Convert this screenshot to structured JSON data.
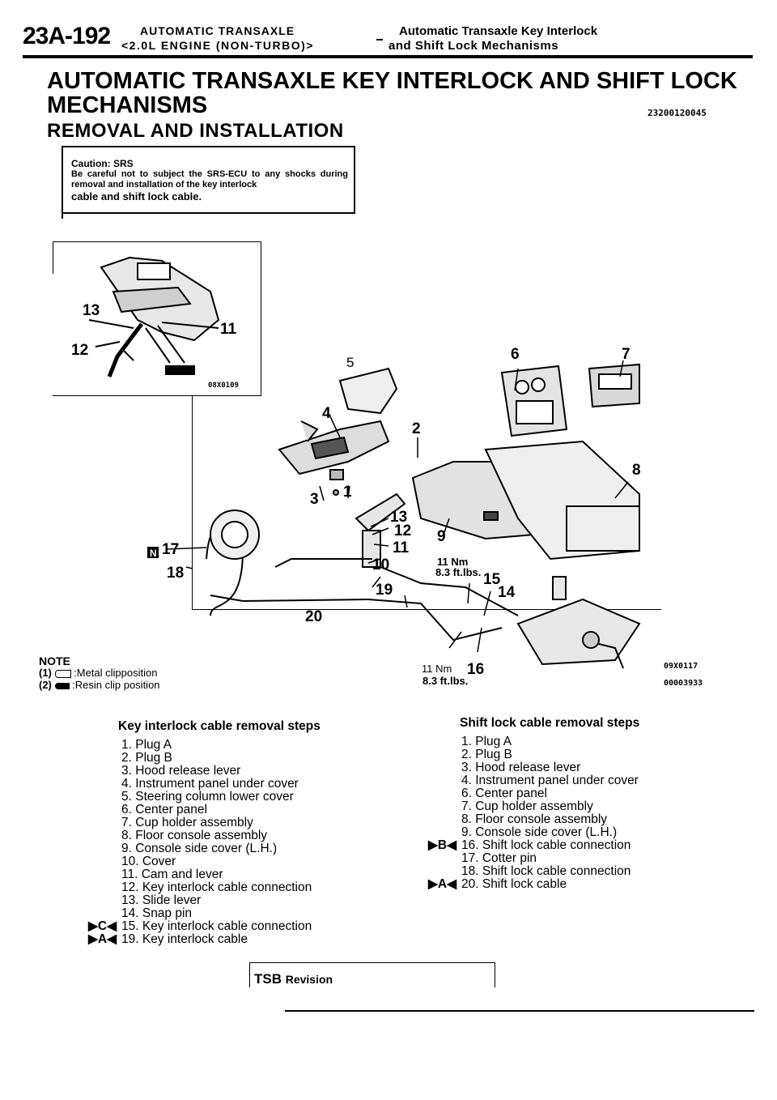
{
  "header": {
    "page_number": "23A-192",
    "left_line1": "AUTOMATIC TRANSAXLE",
    "left_line2": "<2.0L ENGINE (NON-TURBO)>",
    "right_line1": "Automatic Transaxle Key Interlock",
    "right_line2": "and Shift Lock Mechanisms"
  },
  "title_line1": "AUTOMATIC TRANSAXLE KEY INTERLOCK AND SHIFT LOCK",
  "title_line2": "MECHANISMS",
  "doc_code": "23200120045",
  "section": "REMOVAL AND INSTALLATION",
  "caution": {
    "heading": "Caution: SRS",
    "body": "Be careful not to subject the SRS-ECU to any shocks during removal and installation of the key interlock",
    "tail": "cable and shift lock cable."
  },
  "diagram": {
    "inset_code": "08X0109",
    "main_code": "09X0117",
    "figure_code": "00003933",
    "callouts": {
      "c1": "1",
      "c2": "2",
      "c3": "3",
      "c4": "4",
      "c5": "5",
      "c6": "6",
      "c7": "7",
      "c8": "8",
      "c9": "9",
      "c10": "10",
      "c11": "11",
      "c12": "12",
      "c13": "13",
      "c14": "14",
      "c15": "15",
      "c16": "16",
      "c17": "17",
      "c18": "18",
      "c19": "19",
      "c20": "20",
      "i11": "11",
      "i12": "12",
      "i13": "13"
    },
    "torque1_nm": "11 Nm",
    "torque1_ft": "8.3 ft.lbs.",
    "torque2_nm": "11 Nm",
    "torque2_ft": "8.3 ft.lbs."
  },
  "note": {
    "heading": "NOTE",
    "line1_num": "(1)",
    "line1_text": ":Metal clipposition",
    "line2_num": "(2)",
    "line2_text": ":Resin clip position"
  },
  "key_steps": {
    "heading": "Key interlock cable removal steps",
    "items": [
      {
        "mark": "",
        "text": "1. Plug A"
      },
      {
        "mark": "",
        "text": "2. Plug B"
      },
      {
        "mark": "",
        "text": "3. Hood release lever"
      },
      {
        "mark": "",
        "text": "4. Instrument panel under cover"
      },
      {
        "mark": "",
        "text": "5. Steering column lower cover"
      },
      {
        "mark": "",
        "text": "6. Center panel"
      },
      {
        "mark": "",
        "text": "7. Cup holder assembly"
      },
      {
        "mark": "",
        "text": "8. Floor console assembly"
      },
      {
        "mark": "",
        "text": "9. Console side cover (L.H.)"
      },
      {
        "mark": "",
        "text": "10. Cover"
      },
      {
        "mark": "",
        "text": "11. Cam and lever"
      },
      {
        "mark": "",
        "text": "12. Key interlock cable connection"
      },
      {
        "mark": "",
        "text": "13. Slide lever"
      },
      {
        "mark": "",
        "text": "14. Snap pin"
      },
      {
        "mark": "C",
        "text": "15. Key interlock cable connection"
      },
      {
        "mark": "A",
        "text": "19. Key interlock cable"
      }
    ]
  },
  "shift_steps": {
    "heading": "Shift lock cable removal steps",
    "items": [
      {
        "mark": "",
        "text": "1. Plug A"
      },
      {
        "mark": "",
        "text": "2. Plug B"
      },
      {
        "mark": "",
        "text": "3. Hood release lever"
      },
      {
        "mark": "",
        "text": "4. Instrument panel under cover"
      },
      {
        "mark": "",
        "text": "6. Center panel"
      },
      {
        "mark": "",
        "text": "7. Cup holder assembly"
      },
      {
        "mark": "",
        "text": "8. Floor console assembly"
      },
      {
        "mark": "",
        "text": "9. Console side cover (L.H.)"
      },
      {
        "mark": "B",
        "text": "16. Shift lock cable connection"
      },
      {
        "mark": "",
        "text": "17. Cotter pin"
      },
      {
        "mark": "",
        "text": "18. Shift lock cable connection"
      },
      {
        "mark": "A",
        "text": "20. Shift lock cable"
      }
    ]
  },
  "footer": {
    "tsb": "TSB",
    "revision": "Revision"
  }
}
